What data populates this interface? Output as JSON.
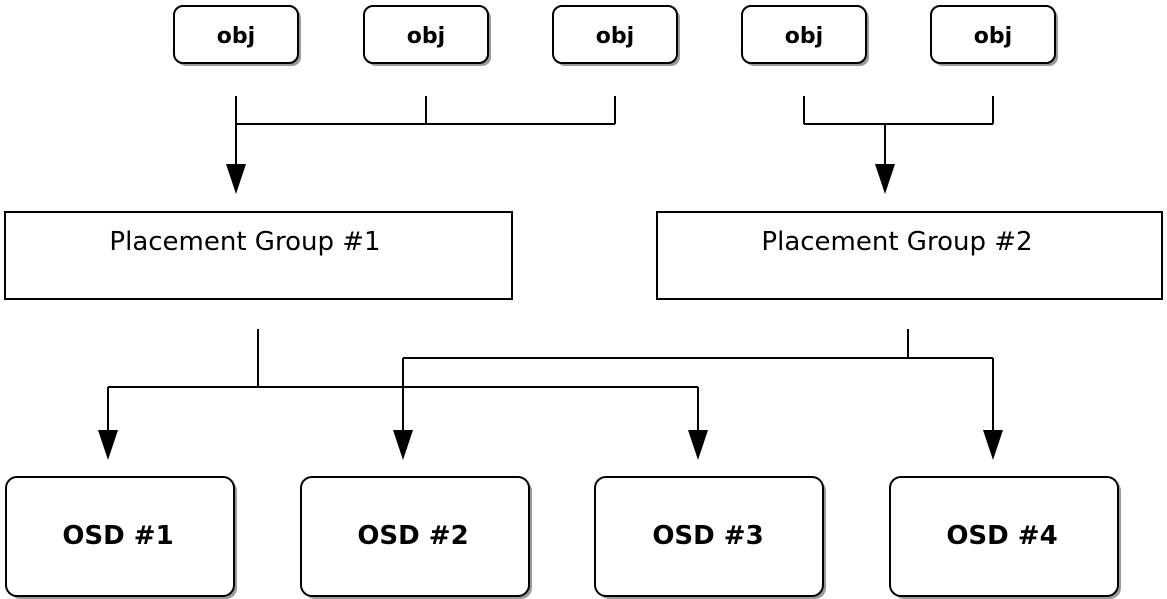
{
  "objects": [
    {
      "label": "obj"
    },
    {
      "label": "obj"
    },
    {
      "label": "obj"
    },
    {
      "label": "obj"
    },
    {
      "label": "obj"
    }
  ],
  "placement_groups": [
    {
      "label": "Placement Group #1"
    },
    {
      "label": "Placement Group #2"
    }
  ],
  "osds": [
    {
      "label": "OSD #1"
    },
    {
      "label": "OSD #2"
    },
    {
      "label": "OSD #3"
    },
    {
      "label": "OSD #4"
    }
  ],
  "colors": {
    "stroke": "#000000",
    "fill": "#ffffff",
    "shadow": "#9a9a9a"
  }
}
